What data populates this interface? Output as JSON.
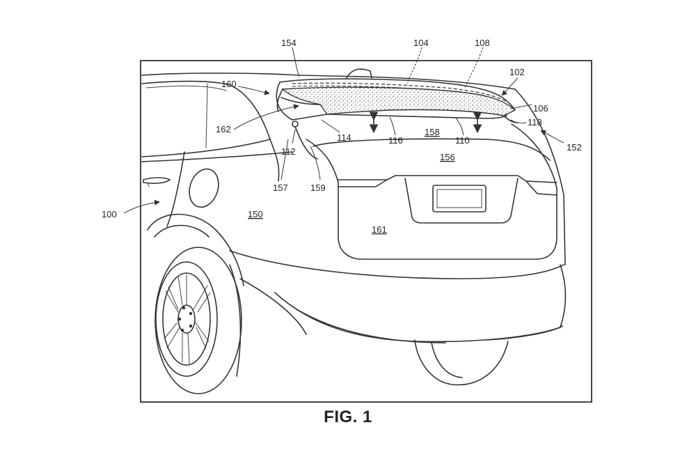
{
  "figure": {
    "caption": "FIG. 1",
    "reference_numerals": {
      "r100": "100",
      "r102": "102",
      "r104": "104",
      "r106": "106",
      "r108": "108",
      "r110": "110",
      "r112": "112",
      "r114": "114",
      "r116": "116",
      "r118": "118",
      "r150": "150",
      "r152": "152",
      "r154": "154",
      "r156": "156",
      "r157": "157",
      "r158": "158",
      "r159": "159",
      "r160": "160",
      "r161": "161",
      "r162": "162"
    }
  }
}
